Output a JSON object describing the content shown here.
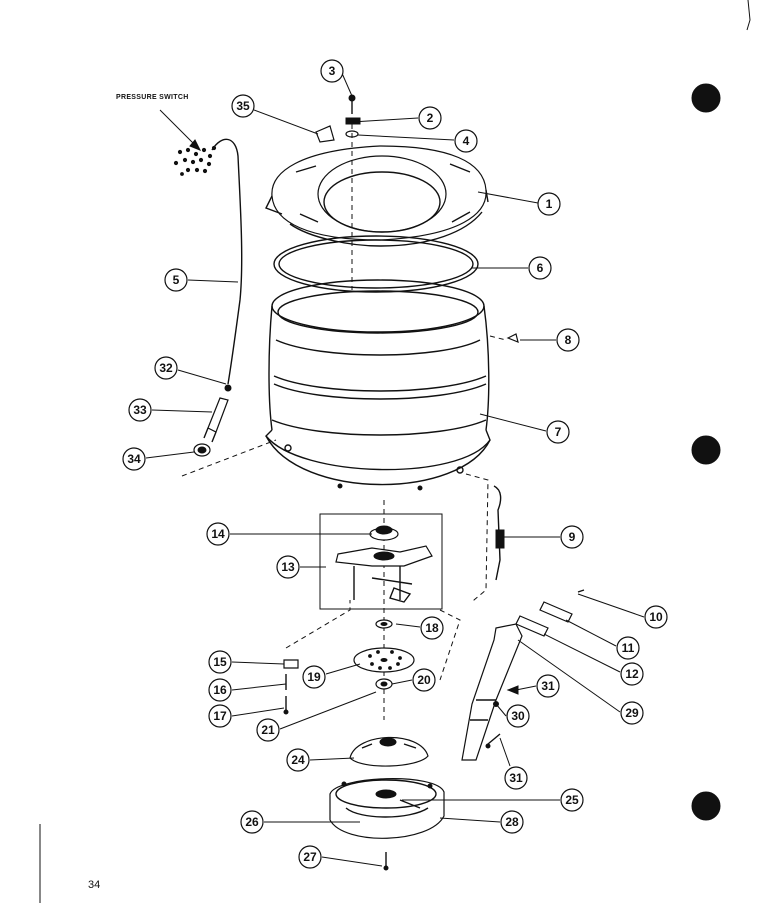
{
  "diagram": {
    "caption": "PRESSURE SWITCH",
    "page_number": "34",
    "callouts": [
      "1",
      "2",
      "3",
      "4",
      "5",
      "6",
      "7",
      "8",
      "9",
      "10",
      "11",
      "12",
      "13",
      "14",
      "15",
      "16",
      "17",
      "18",
      "19",
      "20",
      "21",
      "24",
      "25",
      "26",
      "27",
      "28",
      "29",
      "30",
      "31",
      "31",
      "32",
      "33",
      "34",
      "35"
    ]
  }
}
